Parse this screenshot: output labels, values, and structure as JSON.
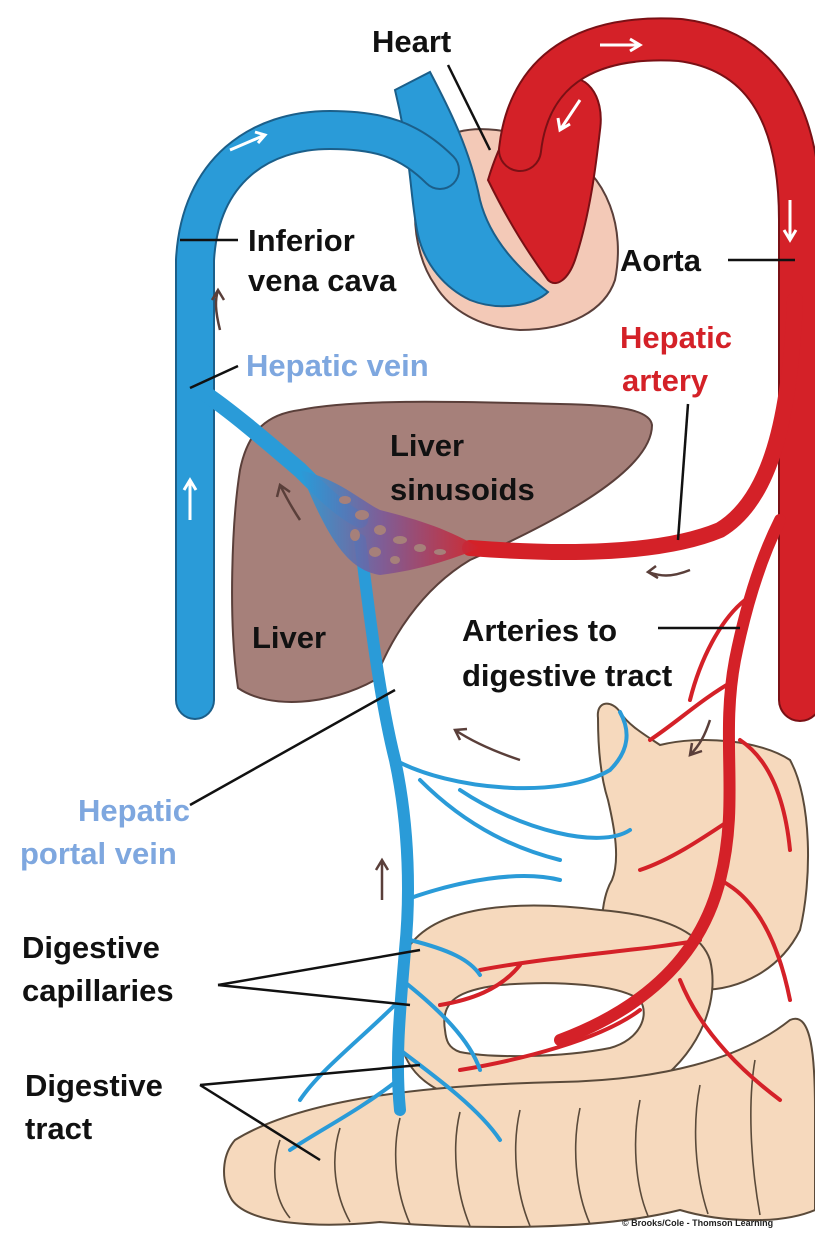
{
  "colors": {
    "vein_blue": "#2a9bd8",
    "artery_red": "#d42128",
    "liver_brown": "#a6807a",
    "heart_pink": "#f3c9b7",
    "tract_beige": "#f6d9bd",
    "label_black": "#111111",
    "label_lightblue": "#7ea7df",
    "label_red": "#d42128"
  },
  "icons": [
    "flow-arrow-icon"
  ],
  "labels": {
    "heart": "Heart",
    "inferior_vena_cava_1": "Inferior",
    "inferior_vena_cava_2": "vena cava",
    "aorta": "Aorta",
    "hepatic_artery_1": "Hepatic",
    "hepatic_artery_2": "artery",
    "hepatic_vein": "Hepatic vein",
    "liver_sinusoids_1": "Liver",
    "liver_sinusoids_2": "sinusoids",
    "liver": "Liver",
    "arteries_digestive_1": "Arteries to",
    "arteries_digestive_2": "digestive tract",
    "hepatic_portal_vein_1": "Hepatic",
    "hepatic_portal_vein_2": "portal vein",
    "digestive_capillaries_1": "Digestive",
    "digestive_capillaries_2": "capillaries",
    "digestive_tract_1": "Digestive",
    "digestive_tract_2": "tract"
  },
  "credit": "© Brooks/Cole - Thomson Learning"
}
